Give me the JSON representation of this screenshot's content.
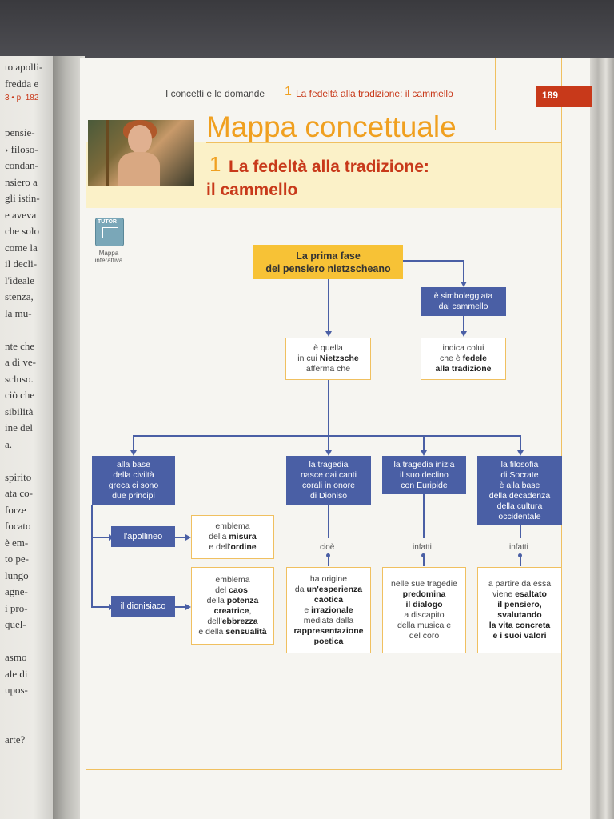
{
  "header": {
    "section": "I concetti e le domande",
    "chapter_num": "1",
    "chapter_title": "La fedeltà alla tradizione: il cammello",
    "page_number": "189"
  },
  "title": {
    "main": "Mappa concettuale",
    "num": "1",
    "line1": "La fedeltà alla tradizione:",
    "line2": "il cammello"
  },
  "tutor": {
    "icon_label": "TUTOR",
    "caption_line1": "Mappa",
    "caption_line2": "interattiva"
  },
  "left_page": [
    "to apolli-",
    " fredda e",
    "3 • p. 182",
    "",
    " pensie-",
    "› filoso-",
    "condan-",
    "nsiero a",
    "gli istin-",
    "e aveva",
    "che solo",
    "come la",
    "il decli-",
    "l'ideale",
    "stenza,",
    " la mu-",
    "",
    "nte che",
    "a di ve-",
    "scluso.",
    "ciò che",
    "sibilità",
    "ine del",
    "a.",
    "",
    "spirito",
    "ata co-",
    " forze",
    "focato",
    "è em-",
    "to pe-",
    "lungo",
    "agne-",
    "i pro-",
    "quel-",
    "",
    "asmo",
    "ale di",
    "upos-",
    "",
    "",
    "arte?"
  ],
  "map": {
    "root": [
      "La prima fase",
      "del pensiero nietzscheano"
    ],
    "camel": [
      "è simboleggiata",
      "dal cammello"
    ],
    "camel_desc": {
      "a": "indica colui",
      "b": "che è ",
      "b_bold": "fedele",
      "c": "alla tradizione"
    },
    "phase_desc": {
      "a": "è quella",
      "b": "in cui ",
      "b_bold": "Nietzsche",
      "c": "afferma che"
    },
    "col1": [
      "alla base",
      "della civiltà",
      "greca ci sono",
      "due principi"
    ],
    "col2": [
      "la tragedia",
      "nasce dai canti",
      "corali in onore",
      "di Dioniso"
    ],
    "col3": [
      "la tragedia inizia",
      "il suo declino",
      "con Euripide"
    ],
    "col4": [
      "la filosofia",
      "di Socrate",
      "è alla base",
      "della decadenza",
      "della cultura",
      "occidentale"
    ],
    "apollineo": "l'apollineo",
    "dionisiaco": "il dionisiaco",
    "apollineo_desc": {
      "a": "emblema",
      "b": "della ",
      "b_bold": "misura",
      "c": "e dell'",
      "c_bold": "ordine"
    },
    "dionisiaco_desc": {
      "a": "emblema",
      "b": "del ",
      "b_bold": "caos",
      "c": "della ",
      "c_bold": "potenza",
      "d_bold": "creatrice",
      "e": "dell'",
      "e_bold": "ebbrezza",
      "f": "e della ",
      "f_bold": "sensualità"
    },
    "conn2": "cioè",
    "conn3": "infatti",
    "conn4": "infatti",
    "col2_desc": {
      "a": "ha origine",
      "b": "da ",
      "b_bold": "un'esperienza",
      "c_bold": "caotica",
      "d": "e ",
      "d_bold": "irrazionale",
      "e": "mediata dalla",
      "f_bold": "rappresentazione",
      "g_bold": "poetica"
    },
    "col3_desc": {
      "a": "nelle sue tragedie",
      "b_bold": "predomina",
      "c_bold": "il dialogo",
      "d": "a discapito",
      "e": "della musica e",
      "f": "del coro"
    },
    "col4_desc": {
      "a": "a partire da essa",
      "b": "viene ",
      "b_bold": "esaltato",
      "c_bold": "il pensiero,",
      "d_bold": "svalutando",
      "e_bold": "la vita concreta",
      "f_bold": "e i suoi valori"
    }
  },
  "colors": {
    "accent_orange": "#f0a020",
    "accent_red": "#c8391a",
    "box_blue": "#4a5fa5",
    "box_yellow": "#f7c236"
  }
}
